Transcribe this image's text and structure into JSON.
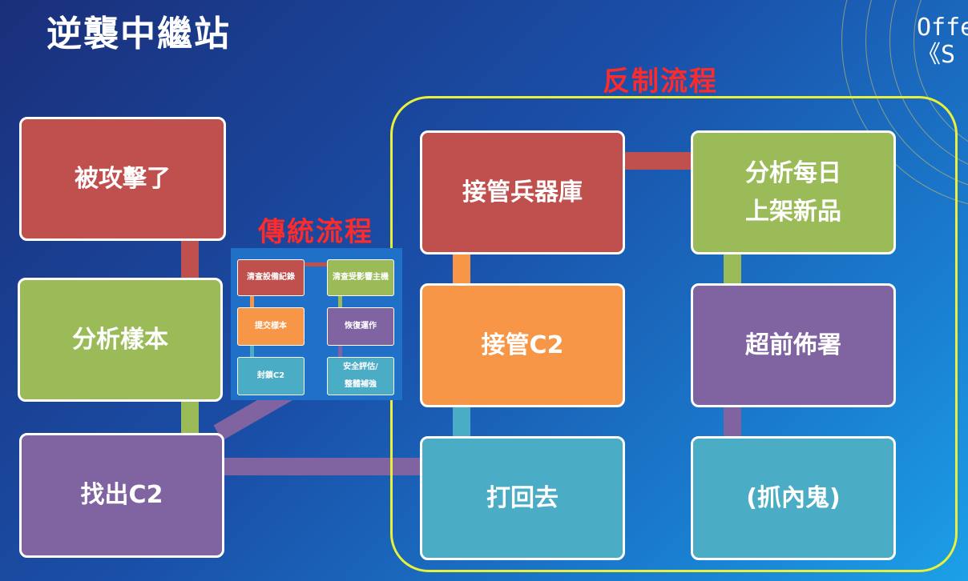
{
  "title": "逆襲中繼站",
  "corner_text": "Offe\n《S",
  "counter_title": "反制流程",
  "traditional_title": "傳統流程",
  "left_column": {
    "attacked": "被攻擊了",
    "analyze_sample": "分析樣本",
    "find_c2": "找出C2"
  },
  "traditional": {
    "check_logs": "清查設備紀錄",
    "check_hosts": "清查受影響主機",
    "submit_sample": "提交樣本",
    "restore": "恢復運作",
    "block_c2": "封鎖C2",
    "security_assess": "安全評估/\n整體補強"
  },
  "counter": {
    "take_arsenal": "接管兵器庫",
    "analyze_daily": "分析每日\n上架新品",
    "take_c2": "接管C2",
    "preempt": "超前佈署",
    "strike_back": "打回去",
    "catch_insider": "(抓內鬼)"
  },
  "colors": {
    "red": "#c0504d",
    "green": "#9bbb59",
    "purple": "#8064a2",
    "orange": "#f79646",
    "teal": "#4bacc6",
    "frame": "#e8f03a",
    "title_red": "#ff2a2a"
  }
}
